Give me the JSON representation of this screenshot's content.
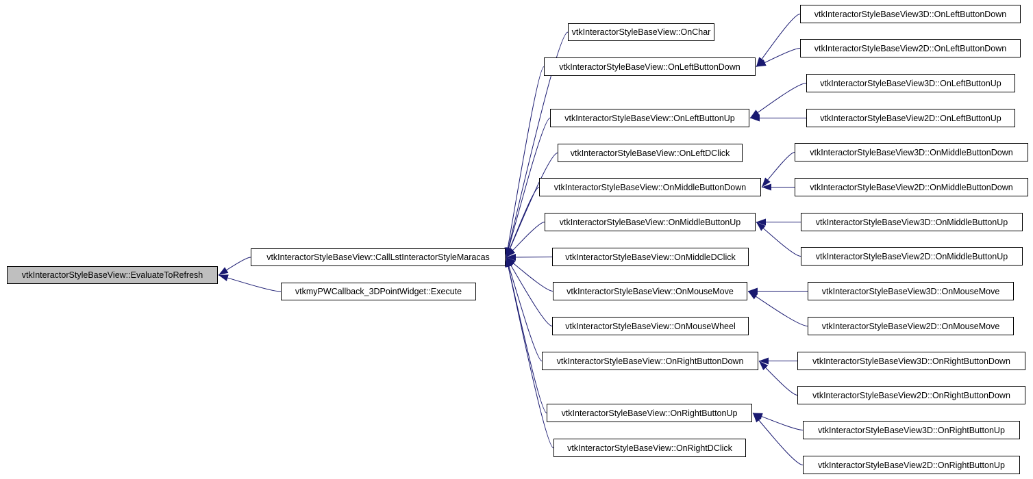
{
  "colors": {
    "edge": "#191970",
    "root_fill": "#bfbfbf",
    "node_fill": "#ffffff",
    "border": "#000000"
  },
  "root": "vtkInteractorStyleBaseView::EvaluateToRefresh",
  "callers_level1": [
    "vtkInteractorStyleBaseView::CallLstInteractorStyleMaracas",
    "vtkmyPWCallback_3DPointWidget::Execute"
  ],
  "callers_level2": [
    "vtkInteractorStyleBaseView::OnChar",
    "vtkInteractorStyleBaseView::OnLeftButtonDown",
    "vtkInteractorStyleBaseView::OnLeftButtonUp",
    "vtkInteractorStyleBaseView::OnLeftDClick",
    "vtkInteractorStyleBaseView::OnMiddleButtonDown",
    "vtkInteractorStyleBaseView::OnMiddleButtonUp",
    "vtkInteractorStyleBaseView::OnMiddleDClick",
    "vtkInteractorStyleBaseView::OnMouseMove",
    "vtkInteractorStyleBaseView::OnMouseWheel",
    "vtkInteractorStyleBaseView::OnRightButtonDown",
    "vtkInteractorStyleBaseView::OnRightButtonUp",
    "vtkInteractorStyleBaseView::OnRightDClick"
  ],
  "callers_level3": [
    "vtkInteractorStyleBaseView3D::OnLeftButtonDown",
    "vtkInteractorStyleBaseView2D::OnLeftButtonDown",
    "vtkInteractorStyleBaseView3D::OnLeftButtonUp",
    "vtkInteractorStyleBaseView2D::OnLeftButtonUp",
    "vtkInteractorStyleBaseView3D::OnMiddleButtonDown",
    "vtkInteractorStyleBaseView2D::OnMiddleButtonDown",
    "vtkInteractorStyleBaseView3D::OnMiddleButtonUp",
    "vtkInteractorStyleBaseView2D::OnMiddleButtonUp",
    "vtkInteractorStyleBaseView3D::OnMouseMove",
    "vtkInteractorStyleBaseView2D::OnMouseMove",
    "vtkInteractorStyleBaseView3D::OnRightButtonDown",
    "vtkInteractorStyleBaseView2D::OnRightButtonDown",
    "vtkInteractorStyleBaseView3D::OnRightButtonUp",
    "vtkInteractorStyleBaseView2D::OnRightButtonUp"
  ]
}
